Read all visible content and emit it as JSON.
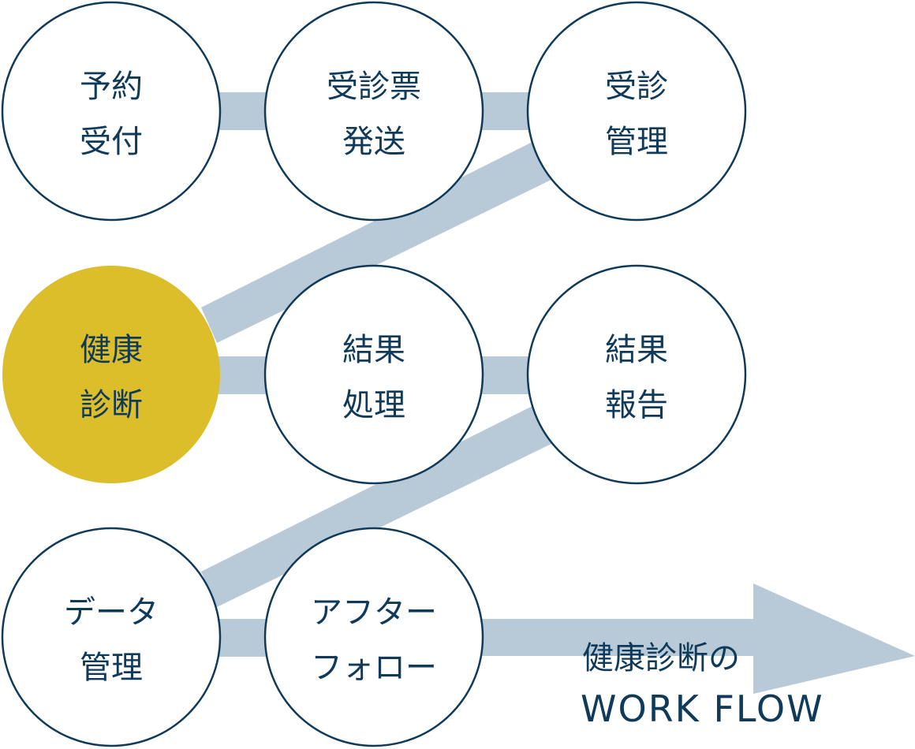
{
  "colors": {
    "connector": "#b8cad8",
    "outline": "#103a5a",
    "text": "#103a5a",
    "highlight": "#dcbd2a",
    "node_fill": "#ffffff"
  },
  "steps": [
    {
      "id": "reservation",
      "lines": [
        "予約",
        "受付"
      ],
      "highlighted": false
    },
    {
      "id": "questionnaire",
      "lines": [
        "受診票",
        "発送"
      ],
      "highlighted": false
    },
    {
      "id": "visit-management",
      "lines": [
        "受診",
        "管理"
      ],
      "highlighted": false
    },
    {
      "id": "health-checkup",
      "lines": [
        "健康",
        "診断"
      ],
      "highlighted": true
    },
    {
      "id": "result-processing",
      "lines": [
        "結果",
        "処理"
      ],
      "highlighted": false
    },
    {
      "id": "result-report",
      "lines": [
        "結果",
        "報告"
      ],
      "highlighted": false
    },
    {
      "id": "data-management",
      "lines": [
        "データ",
        "管理"
      ],
      "highlighted": false
    },
    {
      "id": "after-follow",
      "lines": [
        "アフター",
        "フォロー"
      ],
      "highlighted": false
    }
  ],
  "caption": {
    "line1": "健康診断の",
    "line2": "WORK FLOW"
  }
}
